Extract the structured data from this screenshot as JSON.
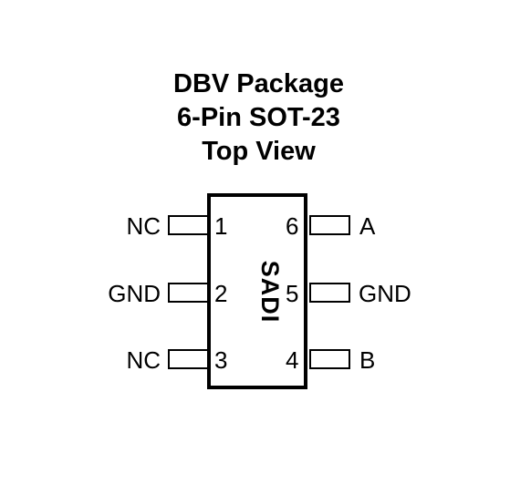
{
  "title": {
    "line1": "DBV Package",
    "line2": "6-Pin SOT-23",
    "line3": "Top View"
  },
  "marking": "SADI",
  "pins": {
    "p1": {
      "number": "1",
      "label": "NC"
    },
    "p2": {
      "number": "2",
      "label": "GND"
    },
    "p3": {
      "number": "3",
      "label": "NC"
    },
    "p4": {
      "number": "4",
      "label": "B"
    },
    "p5": {
      "number": "5",
      "label": "GND"
    },
    "p6": {
      "number": "6",
      "label": "A"
    }
  }
}
